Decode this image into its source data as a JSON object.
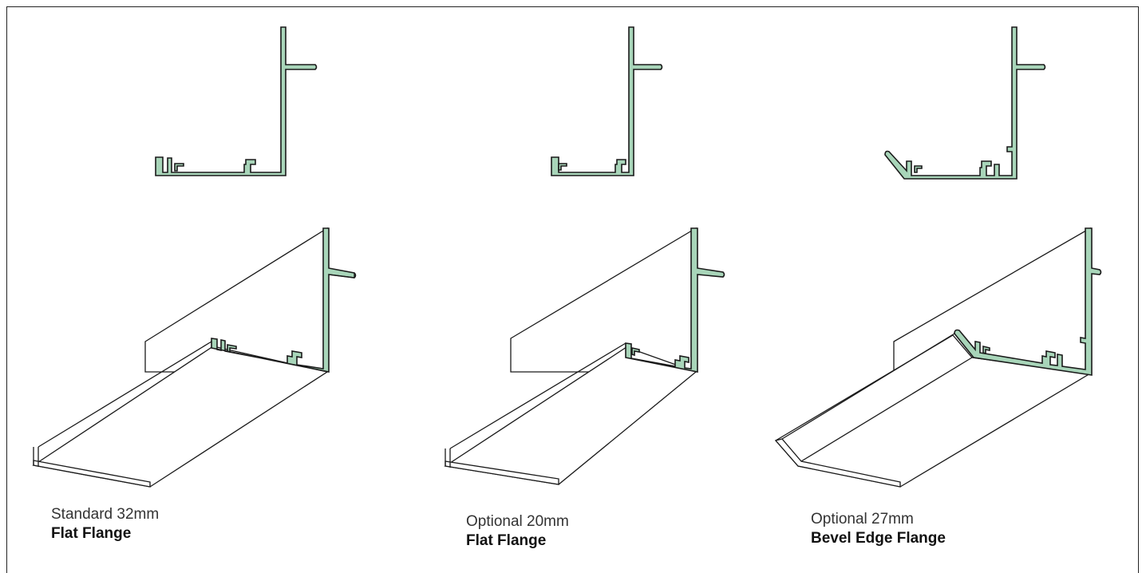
{
  "colors": {
    "profile_fill": "#a8d5b9",
    "outline": "#1a1a1a"
  },
  "variants": [
    {
      "size": "Standard 32mm",
      "name": "Flat Flange"
    },
    {
      "size": "Optional 20mm",
      "name": "Flat Flange"
    },
    {
      "size": "Optional 27mm",
      "name": "Bevel Edge Flange"
    }
  ]
}
